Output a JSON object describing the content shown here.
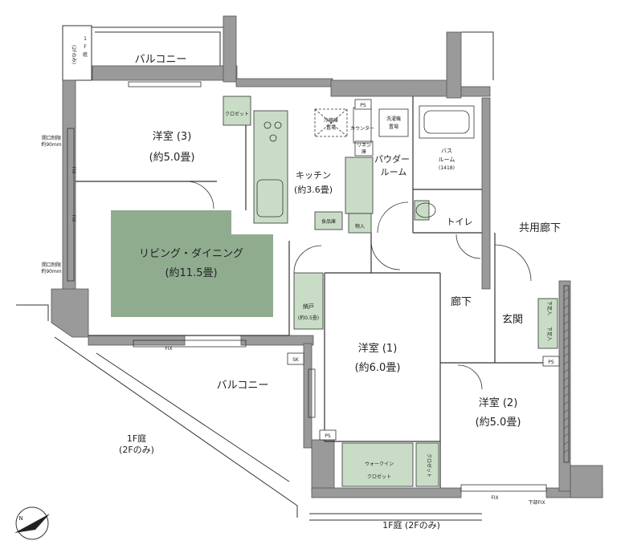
{
  "colors": {
    "wall": "#9a9a9a",
    "wall_edge": "#555555",
    "ldk_floor": "#8fac8f",
    "fixture": "#c9ddc6",
    "line": "#333333",
    "accent": "#8fac8f"
  },
  "rooms": {
    "western3_name": "洋室 (3)",
    "western3_size": "(約5.0畳)",
    "living_name": "リビング・ダイニング",
    "living_size": "(約11.5畳)",
    "kitchen_name": "キッチン",
    "kitchen_size": "(約3.6畳)",
    "western1_name": "洋室 (1)",
    "western1_size": "(約6.0畳)",
    "western2_name": "洋室 (2)",
    "western2_size": "(約5.0畳)",
    "powder_line1": "パウダー",
    "powder_line2": "ルーム",
    "bath_line1": "バス",
    "bath_line2": "ルーム",
    "bath_size": "(1418)",
    "toilet": "トイレ",
    "hall": "廊下",
    "entrance": "玄関",
    "common_corridor": "共用廊下",
    "storage_name": "納戸",
    "storage_size": "(約0.5畳)"
  },
  "balconies": {
    "top": "バルコニー",
    "middle": "バルコニー"
  },
  "gardens": {
    "top_left_1": "1",
    "top_left_2": "F",
    "top_left_3": "庭",
    "top_left_paren": "(2Fのみ)",
    "left_line1": "1F庭",
    "left_line2": "(2Fのみ)",
    "bottom": "1F庭 (2Fのみ)"
  },
  "labels": {
    "closet_w3": "クロゼット",
    "fridge_1": "冷蔵庫",
    "fridge_2": "置場",
    "washer_1": "洗濯機",
    "washer_2": "置場",
    "counter": "カウンター",
    "linen_1": "リネン",
    "linen_2": "庫",
    "pantry": "食品庫",
    "storage_in": "物入",
    "walkin_1": "ウォークイン",
    "walkin_2": "クロゼット",
    "closet_w2": "クロゼット",
    "shoe_1": "下足入",
    "shoe_2": "下足入",
    "ps_top": "PS",
    "ps_entrance": "PS",
    "ps_bottom": "PS",
    "sk": "SK",
    "fix_balcony": "FIX",
    "fix_bottom": "FIX",
    "fix_side_1": "FIX",
    "fix_side_2": "FIX",
    "fix_lower": "下部FIX",
    "limit_1a": "開口制限",
    "limit_1b": "約90mm",
    "limit_2a": "開口制限",
    "limit_2b": "約90mm"
  },
  "compass": {
    "north": "N"
  }
}
